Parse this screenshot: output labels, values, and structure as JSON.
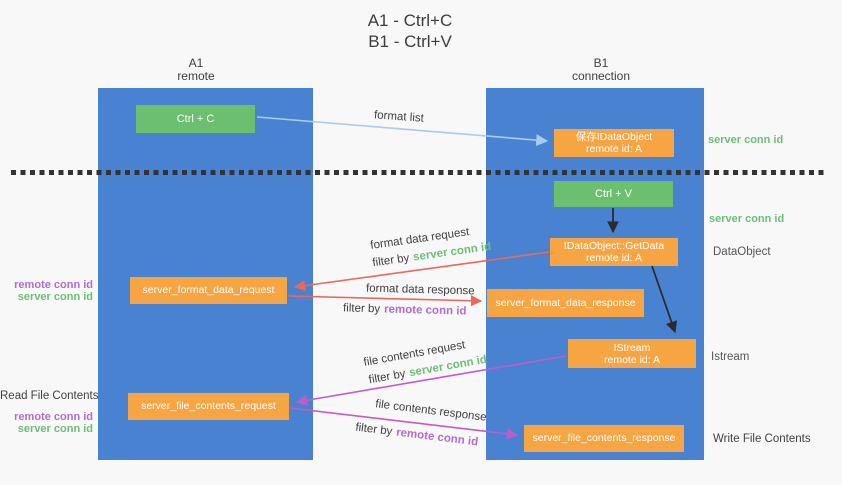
{
  "title": {
    "line1": "A1 - Ctrl+C",
    "line2": "B1 - Ctrl+V"
  },
  "lanes": {
    "a1": {
      "name": "A1",
      "role": "remote"
    },
    "b1": {
      "name": "B1",
      "role": "connection"
    }
  },
  "nodes": {
    "ctrl_c": {
      "label": "Ctrl + C"
    },
    "ctrl_v": {
      "label": "Ctrl + V"
    },
    "save_idataobject": {
      "line1": "保存IDataObject",
      "line2": "remote id: A"
    },
    "idataobject_getdata": {
      "line1": "IDataObject::GetData",
      "line2": "remote id: A"
    },
    "istream": {
      "line1": "IStream",
      "line2": "remote id: A"
    },
    "server_format_data_request": {
      "label": "server_format_data_request"
    },
    "server_format_data_response": {
      "label": "server_format_data_response"
    },
    "server_file_contents_request": {
      "label": "server_file_contents_request"
    },
    "server_file_contents_response": {
      "label": "server_file_contents_response"
    }
  },
  "edge_labels": {
    "format_list": "format list",
    "format_data_request": "format data request",
    "format_data_response": "format data response",
    "file_contents_request": "file contents request",
    "file_contents_response": "file contents response",
    "filter_by": "filter by",
    "server_conn_id": "server conn id",
    "remote_conn_id": "remote conn id"
  },
  "annotations": {
    "server_conn_id_save": "server conn id",
    "server_conn_id_paste": "server conn id",
    "dataobject": "DataObject",
    "istream": "Istream",
    "write_file_contents": "Write File Contents",
    "read_file_contents": "Read File Contents",
    "remote_conn_id_format": "remote conn id",
    "server_conn_id_format": "server conn id",
    "remote_conn_id_file": "remote conn id",
    "server_conn_id_file": "server conn id"
  },
  "colors": {
    "lane_blue": "#4a82d2",
    "node_green": "#6dbf70",
    "node_orange": "#f7a543",
    "arrow_lightblue": "#a8cde9",
    "arrow_red": "#e8695e",
    "arrow_magenta": "#c45ac8",
    "arrow_black": "#2b2b2b",
    "text_green": "#6dbf76",
    "text_purple": "#b46bd2",
    "text_dark": "#3d3d3d",
    "background": "#f8f8f8"
  }
}
